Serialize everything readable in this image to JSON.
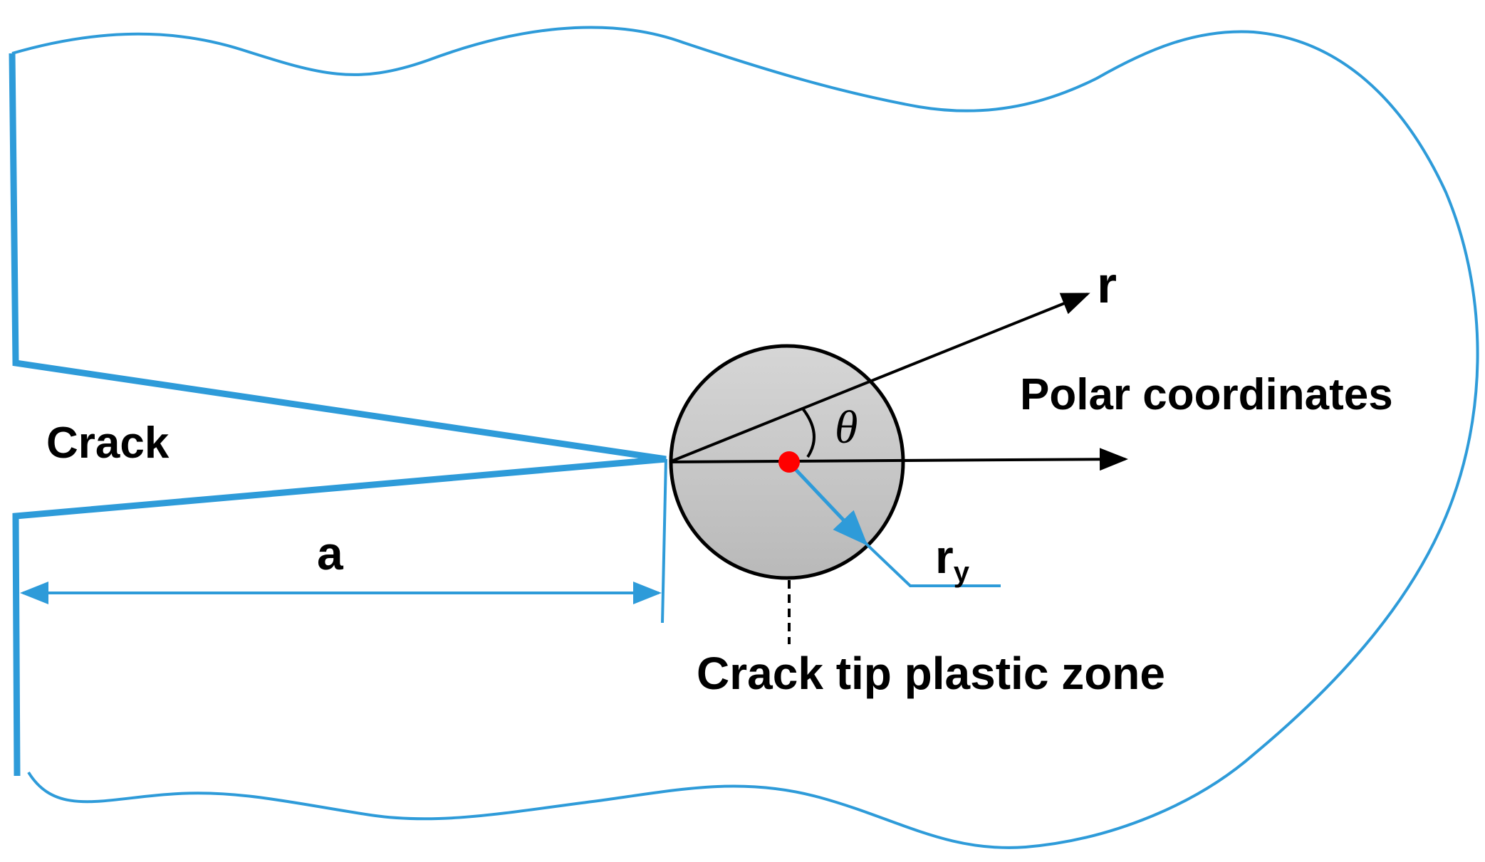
{
  "labels": {
    "crack": "Crack",
    "crack_length": "a",
    "radial_axis": "r",
    "angle": "θ",
    "polar_coordinates": "Polar coordinates",
    "plastic_zone_radius_main": "r",
    "plastic_zone_radius_sub": "y",
    "plastic_zone": "Crack tip plastic zone"
  },
  "colors": {
    "outline": "#2e9bd9",
    "plastic_zone_fill": "#c8c8c8",
    "crack_tip": "#ff0000",
    "axis": "#000000"
  }
}
